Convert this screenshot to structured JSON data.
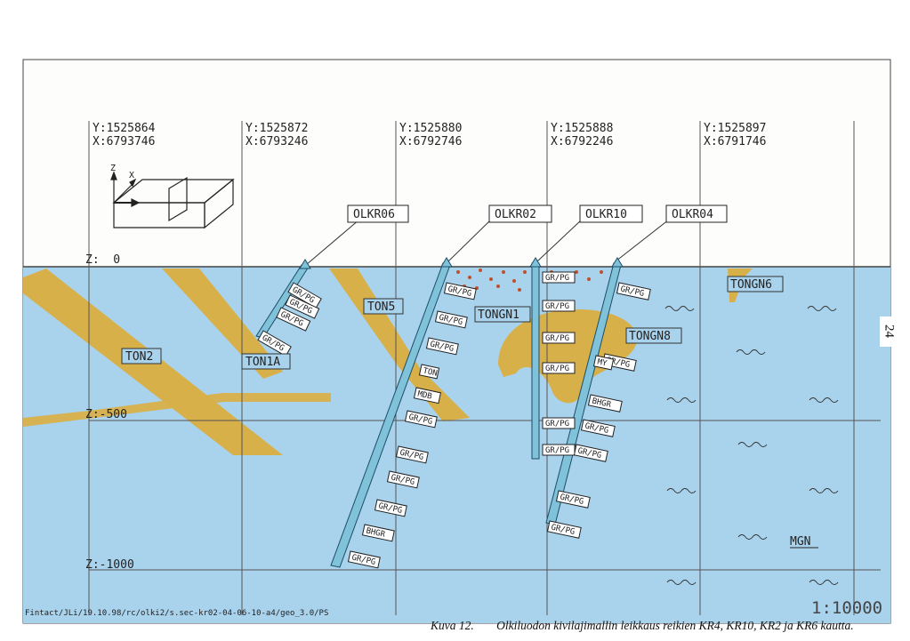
{
  "sections": [
    {
      "y": "Y:1525864",
      "x": "X:6793746"
    },
    {
      "y": "Y:1525872",
      "x": "X:6793246"
    },
    {
      "y": "Y:1525880",
      "x": "X:6792746"
    },
    {
      "y": "Y:1525888",
      "x": "X:6792246"
    },
    {
      "y": "Y:1525897",
      "x": "X:6791746"
    }
  ],
  "axis_icon": {
    "z": "Z",
    "x": "X"
  },
  "depth_labels": {
    "z0": "Z:  0",
    "z500": "Z:-500",
    "z1000": "Z:-1000"
  },
  "boreholes": [
    "OLKR06",
    "OLKR02",
    "OLKR10",
    "OLKR04"
  ],
  "units": {
    "ton2": "TON2",
    "ton1a": "TON1A",
    "ton5": "TON5",
    "ton": "TON",
    "tongn1": "TONGN1",
    "tongn6": "TONGN6",
    "tongn8": "TONGN8",
    "mgn": "MGN"
  },
  "rock_labels": {
    "grpg": "GR/PG",
    "my": "MY",
    "mdb": "MDB",
    "bhgr": "BHGR"
  },
  "scale": "1:10000",
  "file_path": "Fintact/JLi/19.10.98/rc/olki2/s.sec-kr02-04-06-10-a4/geo_3.0/PS",
  "page_number": "24",
  "caption": {
    "num": "Kuva 12.",
    "text": "Olkiluodon kivilajimallin leikkaus reikien KR4, KR10, KR2 ja KR6 kautta."
  },
  "colors": {
    "water": "#a9d3ec",
    "sky": "#fdfdfb",
    "gneiss": "#d8b04a",
    "borehole": "#7fc2da",
    "grid": "#555555"
  }
}
